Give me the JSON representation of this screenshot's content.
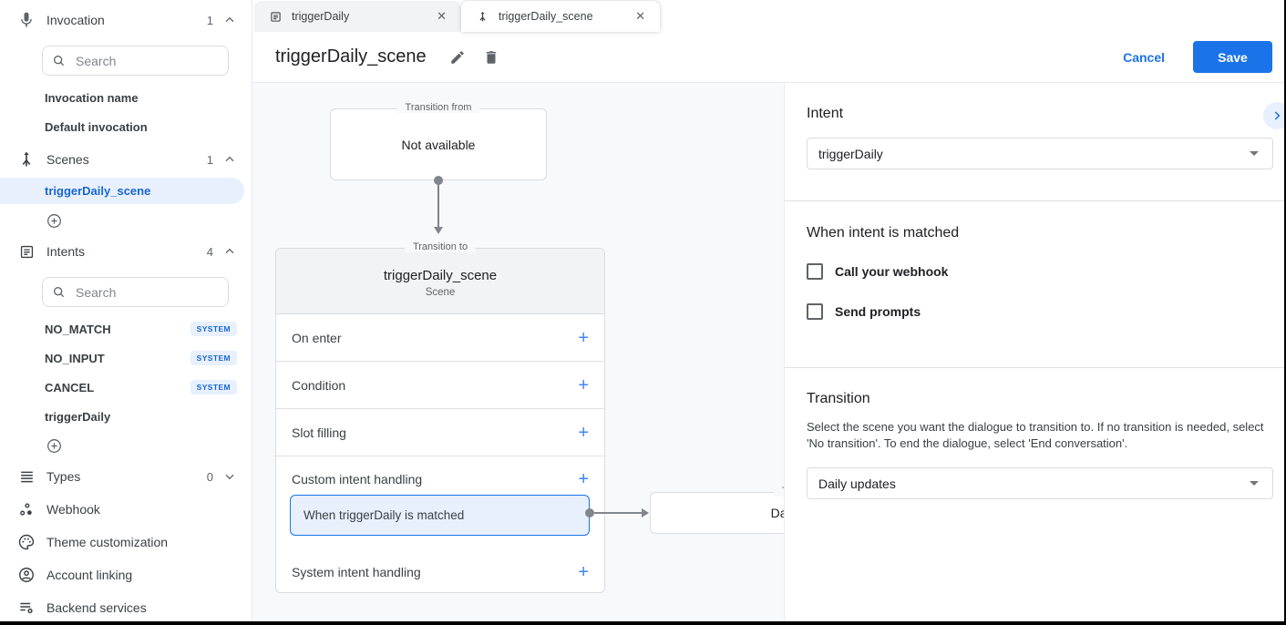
{
  "sidebar": {
    "sections": {
      "invocation": {
        "icon": "mic-icon",
        "label": "Invocation",
        "count": "1",
        "search_placeholder": "Search",
        "items": [
          "Invocation name",
          "Default invocation"
        ]
      },
      "scenes": {
        "icon": "fork-icon",
        "label": "Scenes",
        "count": "1",
        "selected_item": "triggerDaily_scene"
      },
      "intents": {
        "icon": "article-icon",
        "label": "Intents",
        "count": "4",
        "search_placeholder": "Search",
        "items": [
          {
            "label": "NO_MATCH",
            "badge": "SYSTEM"
          },
          {
            "label": "NO_INPUT",
            "badge": "SYSTEM"
          },
          {
            "label": "CANCEL",
            "badge": "SYSTEM"
          },
          {
            "label": "triggerDaily"
          }
        ]
      },
      "types": {
        "icon": "reorder-icon",
        "label": "Types",
        "count": "0"
      }
    },
    "links": [
      {
        "icon": "webhook-icon",
        "label": "Webhook"
      },
      {
        "icon": "palette-icon",
        "label": "Theme customization"
      },
      {
        "icon": "account-icon",
        "label": "Account linking"
      },
      {
        "icon": "backend-icon",
        "label": "Backend services"
      }
    ]
  },
  "tabs": [
    {
      "icon": "article-icon",
      "label": "triggerDaily",
      "close": "✕",
      "active": false
    },
    {
      "icon": "fork-icon",
      "label": "triggerDaily_scene",
      "close": "✕",
      "active": true
    }
  ],
  "header": {
    "title": "triggerDaily_scene",
    "cancel_label": "Cancel",
    "save_label": "Save"
  },
  "canvas": {
    "transition_from_card": {
      "label": "Transition from",
      "content": "Not available"
    },
    "scene_card": {
      "label": "Transition to",
      "title": "triggerDaily_scene",
      "subtitle": "Scene",
      "rows": [
        {
          "label": "On enter",
          "add": "+"
        },
        {
          "label": "Condition",
          "add": "+"
        },
        {
          "label": "Slot filling",
          "add": "+"
        },
        {
          "label": "Custom intent handling",
          "add": "+"
        },
        {
          "label": "System intent handling",
          "add": "+"
        }
      ],
      "custom_intent_item": "When triggerDaily is matched"
    },
    "target_card": {
      "label": "Transition to",
      "content": "Daily updates"
    }
  },
  "panel": {
    "intent_section": {
      "title": "Intent",
      "dropdown_value": "triggerDaily"
    },
    "matched_section": {
      "title": "When intent is matched",
      "checkboxes": [
        {
          "label": "Call your webhook",
          "checked": false
        },
        {
          "label": "Send prompts",
          "checked": false
        }
      ]
    },
    "transition_section": {
      "title": "Transition",
      "description": "Select the scene you want the dialogue to transition to. If no transition is needed, select 'No transition'. To end the dialogue, select 'End conversation'.",
      "dropdown_value": "Daily updates"
    }
  },
  "colors": {
    "accent": "#1a73e8",
    "selected_bg": "#e8f0fe",
    "badge_text": "#1967d2",
    "canvas_bg": "#f8f9fa"
  }
}
